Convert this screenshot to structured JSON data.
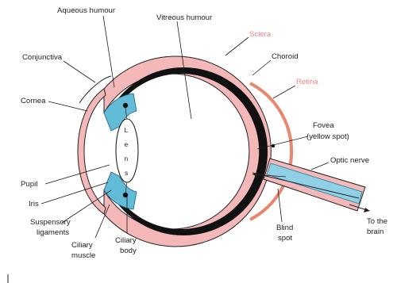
{
  "labels": {
    "aqueous_humour": "Aqueous humour",
    "vitreous_humour": "Vitreous humour",
    "sclera": "Sclera",
    "conjunctiva": "Conjunctiva",
    "choroid": "Choroid",
    "retina": "Retina",
    "cornea": "Cornea",
    "fovea_line1": "Fovea",
    "fovea_line2": "(yellow spot)",
    "optic_nerve": "Optic nerve",
    "pupil": "Pupil",
    "iris": "Iris",
    "suspensory_line1": "Suspensory",
    "suspensory_line2": "ligaments",
    "ciliary_muscle_line1": "Ciliary",
    "ciliary_muscle_line2": "muscle",
    "ciliary_body_line1": "Ciliary",
    "ciliary_body_line2": "body",
    "blind_spot_line1": "Blind",
    "blind_spot_line2": "spot",
    "to_brain_line1": "To the",
    "to_brain_line2": "brain",
    "lens_letters": [
      "L",
      "e",
      "n",
      "s"
    ]
  },
  "colors": {
    "sclera": "#f4b8b8",
    "retina": "#e8866e",
    "choroid": "#111111",
    "iris": "#62bcd8",
    "optic_nerve": "#8fd0e6",
    "label_highlight": "#e8868a"
  }
}
